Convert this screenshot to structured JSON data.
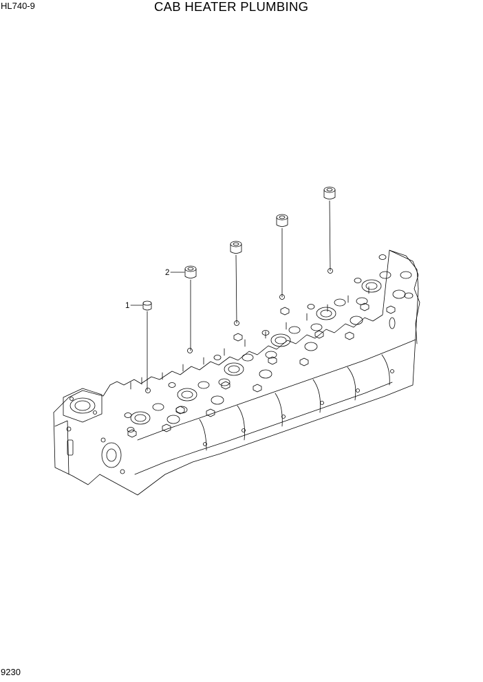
{
  "header": {
    "model": "HL740-9",
    "title": "CAB HEATER PLUMBING"
  },
  "footer": {
    "page_number": "9230"
  },
  "callouts": [
    {
      "label": "1"
    },
    {
      "label": "2"
    }
  ],
  "colors": {
    "line": "#000000",
    "background": "#ffffff"
  }
}
